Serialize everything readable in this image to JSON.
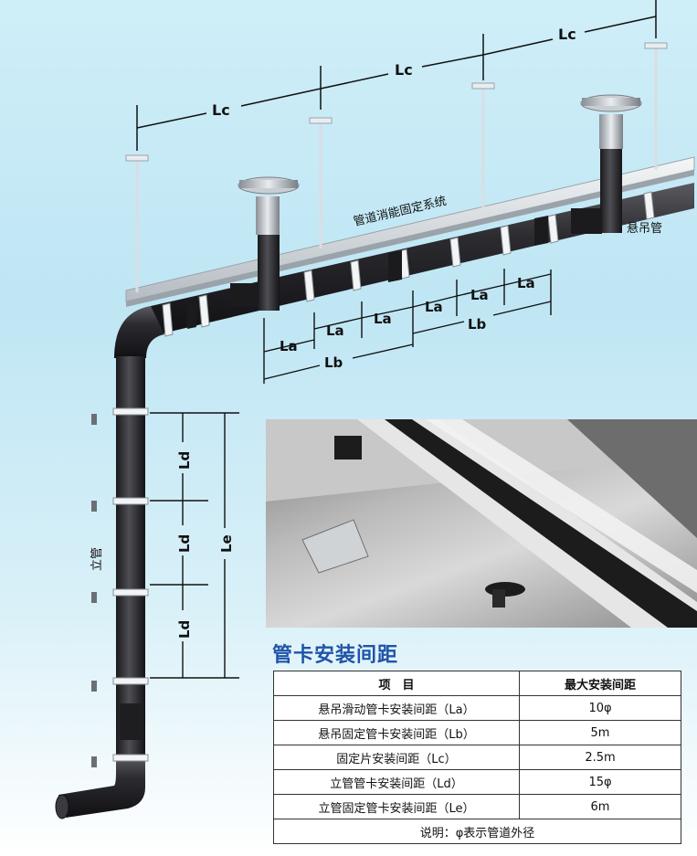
{
  "labels": {
    "lc1": "Lc",
    "lc2": "Lc",
    "lc3": "Lc",
    "system": "管道消能固定系统",
    "hang_pipe": "悬吊管",
    "riser": "立管",
    "la": [
      "La",
      "La",
      "La",
      "La",
      "La",
      "La"
    ],
    "lb": [
      "Lb",
      "Lb"
    ],
    "ld": [
      "Ld",
      "Ld",
      "Ld"
    ],
    "le": "Le"
  },
  "section_title": "管卡安装间距",
  "table": {
    "headers": [
      "项　目",
      "最大安装间距"
    ],
    "rows": [
      {
        "item": "悬吊滑动管卡安装间距（La）",
        "value": "10φ"
      },
      {
        "item": "悬吊固定管卡安装间距（Lb）",
        "value": "5m"
      },
      {
        "item": "固定片安装间距（Lc）",
        "value": "2.5m"
      },
      {
        "item": "立管管卡安装间距（Ld）",
        "value": "15φ"
      },
      {
        "item": "立管固定管卡安装间距（Le）",
        "value": "6m"
      }
    ],
    "note": "说明：φ表示管道外径"
  },
  "colors": {
    "pipe": "#2c2c30",
    "title_blue": "#1f54a8",
    "background": "#c6ebf6"
  }
}
